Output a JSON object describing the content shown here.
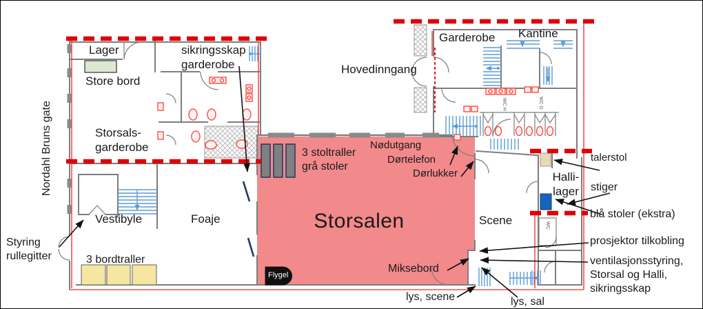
{
  "title": "Floor plan with safety and equipment annotations",
  "colors": {
    "hall_red": "#f2898b",
    "dash_red": "#e00006",
    "outline_red": "#f0504a",
    "wall_gray": "#7d7d7d",
    "stair_blue": "#5b9bd5",
    "fix_red": "#ff3b30",
    "table_green": "#dce8d2",
    "trolley_gray": "#808080",
    "table_yellow": "#f5e6a2",
    "chair_blue": "#1565c0",
    "talerstol_tan": "#ead9b8",
    "navy": "#1f3864"
  },
  "labels": {
    "street": "Nordahl Bruns gate",
    "lager": "Lager",
    "store_bord": "Store bord",
    "sikringsskap_garderobe": "sikringsskap\ngarderobe",
    "storsals_garderobe": "Storsals-\ngarderobe",
    "hovedinngang": "Hovedinngang",
    "garderobe": "Garderobe",
    "kantine": "Kantine",
    "stoltraller": "3 stoltraller\ngrå stoler",
    "nodutgang": "Nødutgang",
    "dortelefon": "Dørtelefon",
    "dorlukker": "Dørlukker",
    "storsalen": "Storsalen",
    "talerstol": "talerstol",
    "halli_lager": "Halli-\nlager",
    "stiger": "stiger",
    "bla_stoler": "blå stoler (ekstra)",
    "vestibyle": "Vestibyle",
    "foaje": "Foaje",
    "styring_rullegitter": "Styring\nrullegitter",
    "bordtraller": "3 bordtraller",
    "flygel": "Flygel",
    "scene": "Scene",
    "miksebord": "Miksebord",
    "prosjektor": "prosjektor tilkobling",
    "ventilasjon": "ventilasjonsstyring,\nStorsal og Halli,\nsikringsskap",
    "lys_scene": "lys, scene",
    "lys_sal": "lys, sal",
    "wc_h": "WC H",
    "wc_d": "WC D",
    "wc": "WC"
  }
}
